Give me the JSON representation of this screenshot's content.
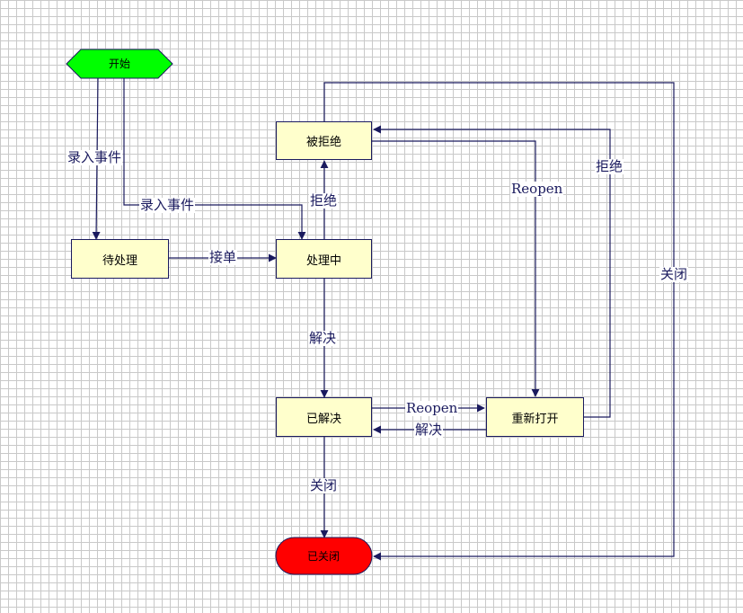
{
  "nodes": {
    "start": {
      "label": "开始",
      "fill": "#00ff00"
    },
    "pending": {
      "label": "待处理"
    },
    "processing": {
      "label": "处理中"
    },
    "rejected": {
      "label": "被拒绝"
    },
    "resolved": {
      "label": "已解决"
    },
    "reopened": {
      "label": "重新打开"
    },
    "closed": {
      "label": "已关闭",
      "fill": "#ff0000"
    }
  },
  "box_fill": "#ffffcc",
  "line_color": "#1a1a5e",
  "edges": {
    "start_to_pending": "录入事件",
    "start_to_processing": "录入事件",
    "pending_to_processing": "接单",
    "processing_to_rejected": "拒绝",
    "processing_to_resolved": "解决",
    "rejected_to_reopened": "Reopen",
    "reopened_to_rejected": "拒绝",
    "resolved_to_reopened": "Reopen",
    "reopened_to_resolved": "解决",
    "resolved_to_closed": "关闭",
    "rejected_to_closed": "关闭"
  }
}
